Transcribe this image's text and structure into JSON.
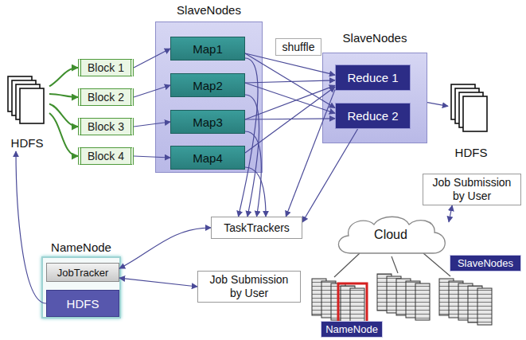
{
  "diagram": {
    "nodes": [
      {
        "text": [
          "HDFS"
        ]
      },
      {
        "text": [
          "Block 1"
        ]
      },
      {
        "text": [
          "Block 2"
        ]
      },
      {
        "text": [
          "Block 3"
        ]
      },
      {
        "text": [
          "Block 4"
        ]
      },
      {
        "text": [
          "SlaveNodes"
        ]
      },
      {
        "text": [
          "Map1"
        ],
        "in": 5
      },
      {
        "text": [
          "Map2"
        ],
        "in": 5
      },
      {
        "text": [
          "Map3"
        ],
        "in": 5
      },
      {
        "text": [
          "Map4"
        ],
        "in": 5
      },
      {
        "text": [
          "shuffle"
        ]
      },
      {
        "text": [
          "SlaveNodes"
        ]
      },
      {
        "text": [
          "Reduce 1"
        ],
        "in": 11
      },
      {
        "text": [
          "Reduce 2"
        ],
        "in": 11
      },
      {
        "text": [
          "HDFS"
        ]
      },
      {
        "text": [
          "Job Submission by User"
        ]
      },
      {
        "text": [
          "TaskTrackers"
        ]
      },
      {
        "text": [
          "Cloud"
        ]
      },
      {
        "text": [
          "NameNode"
        ]
      },
      {
        "text": [
          "JobTracker"
        ],
        "in": 18
      },
      {
        "text": [
          "HDFS"
        ],
        "in": 18
      },
      {
        "text": [
          "Job Submission by User"
        ]
      },
      {
        "text": [
          "SlaveNodes"
        ]
      },
      {
        "text": [
          "NameNode"
        ]
      }
    ],
    "edges": [
      {
        "from": 0,
        "to": 1,
        "arrow": "to"
      },
      {
        "from": 0,
        "to": 2,
        "arrow": "to"
      },
      {
        "from": 0,
        "to": 3,
        "arrow": "to"
      },
      {
        "from": 0,
        "to": 4,
        "arrow": "to"
      },
      {
        "from": 1,
        "to": 6,
        "arrow": "to"
      },
      {
        "from": 2,
        "to": 7,
        "arrow": "to"
      },
      {
        "from": 3,
        "to": 8,
        "arrow": "to"
      },
      {
        "from": 4,
        "to": 9,
        "arrow": "to"
      },
      {
        "from": 6,
        "to": 12,
        "arrow": "to"
      },
      {
        "from": 6,
        "to": 13,
        "arrow": "to"
      },
      {
        "from": 7,
        "to": 12,
        "arrow": "to"
      },
      {
        "from": 7,
        "to": 13,
        "arrow": "to"
      },
      {
        "from": 8,
        "to": 12,
        "arrow": "to"
      },
      {
        "from": 8,
        "to": 13,
        "arrow": "to"
      },
      {
        "from": 9,
        "to": 12,
        "arrow": "to"
      },
      {
        "from": 11,
        "to": 14,
        "arrow": "to"
      },
      {
        "from": 6,
        "to": 16,
        "arrow": "to"
      },
      {
        "from": 7,
        "to": 16,
        "arrow": "to"
      },
      {
        "from": 8,
        "to": 16,
        "arrow": "to"
      },
      {
        "from": 9,
        "to": 16,
        "arrow": "to"
      },
      {
        "from": 12,
        "to": 16,
        "arrow": "to"
      },
      {
        "from": 13,
        "to": 16,
        "arrow": "to"
      },
      {
        "from": 16,
        "to": 19,
        "arrow": "both"
      },
      {
        "from": 21,
        "to": 19,
        "arrow": "both"
      },
      {
        "from": 20,
        "to": 0,
        "arrow": "to"
      },
      {
        "from": 17,
        "to": 15,
        "arrow": "both"
      }
    ]
  }
}
